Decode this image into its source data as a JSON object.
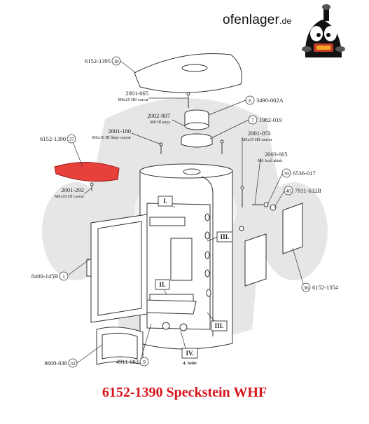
{
  "brand": {
    "name": "ofenlager",
    "tld": ".de"
  },
  "caption": "6152-1390 Speckstein WHF",
  "callouts": {
    "c38": {
      "part": "6152-1395",
      "num": "38"
    },
    "c6": {
      "part": "3490-002A",
      "num": "6"
    },
    "c7": {
      "part": "1982-019",
      "num": "7"
    },
    "c37": {
      "part": "6152-1390",
      "num": "37"
    },
    "c39": {
      "part": "6536-017",
      "num": "39"
    },
    "c40": {
      "part": "7911-632B",
      "num": "40"
    },
    "c1": {
      "part": "8400-145B",
      "num": "1"
    },
    "c36": {
      "part": "6152-1354",
      "num": "36"
    },
    "c32": {
      "part": "8600-038",
      "num": "32"
    },
    "c9": {
      "part": "4911-083",
      "num": "9"
    }
  },
  "labels": {
    "l2001065": {
      "part": "2001-065",
      "desc": "M8x25 Hlf csavar"
    },
    "l2002007": {
      "part": "2002-007",
      "desc": "M8 Hl anya"
    },
    "l2001180": {
      "part": "2001-180",
      "desc": "M6x10 Hf bkny csavar"
    },
    "l2001053": {
      "part": "2001-053",
      "desc": "M6x35 Hlf csavar"
    },
    "l2003005": {
      "part": "2003-005",
      "desc": "M6 Acél alátét"
    },
    "l2001292": {
      "part": "2001-292",
      "desc": "M6x10 Df csavar"
    }
  },
  "roman": {
    "r1": "I.",
    "r2": "II.",
    "r3a": "III.",
    "r3b": "III.",
    "r4": "IV.",
    "r4sub": "4. Seite"
  },
  "colors": {
    "highlight": "#e8403a",
    "caption": "#d8141b",
    "line": "#333333",
    "watermark": "#e4e4e4"
  }
}
